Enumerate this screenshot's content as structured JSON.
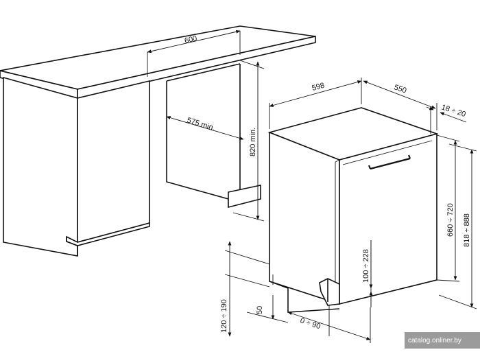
{
  "diagram": {
    "dimensions": {
      "worktop_depth": "600",
      "niche_depth": "575 min.",
      "niche_height": "820 min.",
      "width": "598",
      "depth": "550",
      "door_gap": "18 ÷ 20",
      "body_height": "660 ÷ 720",
      "total_height": "818 ÷ 888",
      "plinth_range": "100 ÷ 228",
      "foot_height": "120 ÷ 190",
      "foot_offset": "50",
      "plinth_offset": "0 ÷ 90"
    },
    "watermark": "catalog.onliner.by"
  }
}
